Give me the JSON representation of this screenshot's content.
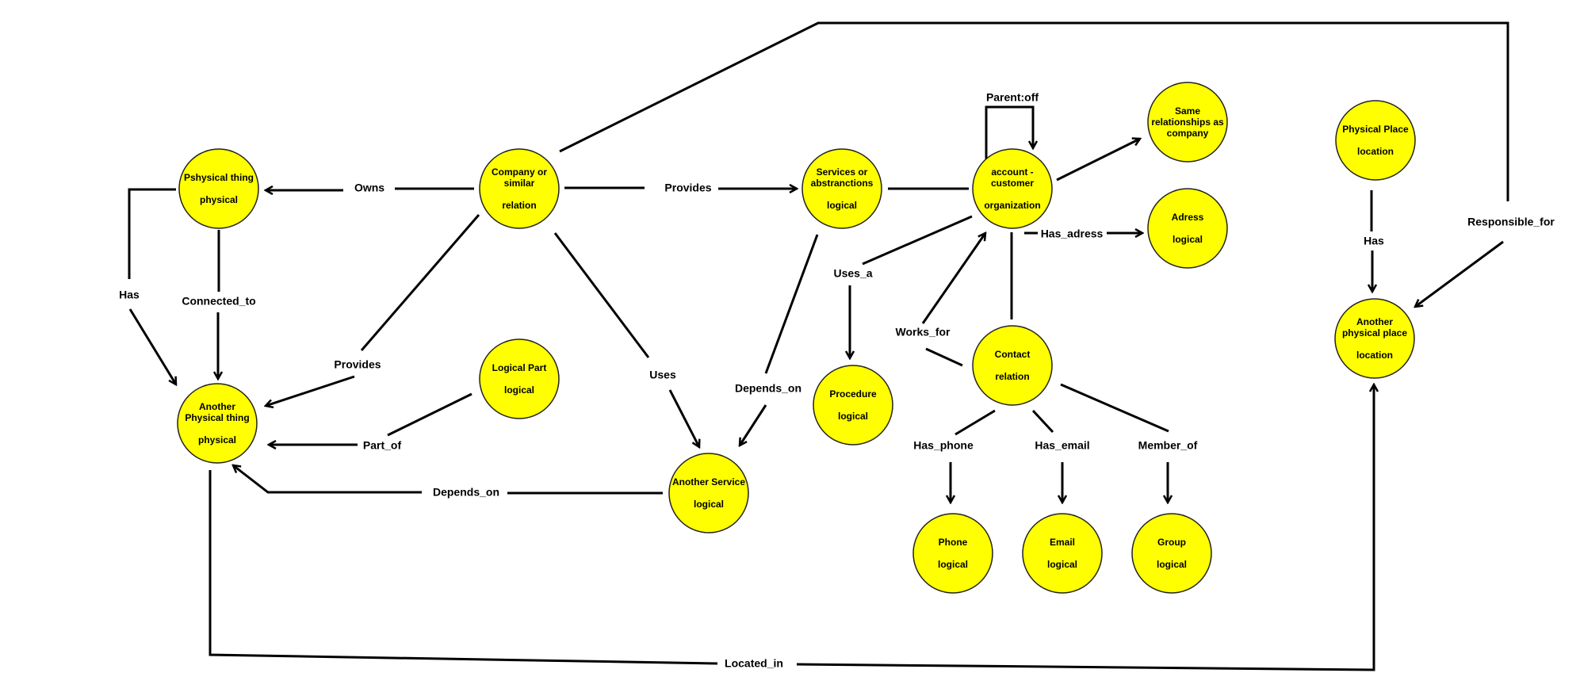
{
  "diagram": {
    "colors": {
      "node_fill": "#ffff00",
      "node_stroke": "#222222",
      "line": "#000000",
      "background": "#ffffff"
    },
    "nodes": {
      "physical_thing": {
        "line1": "Pshysical thing",
        "line2": "",
        "line3": "physical"
      },
      "company": {
        "line1": "Company or",
        "line2": "similar",
        "line3": "relation"
      },
      "services": {
        "line1": "Services or",
        "line2": "abstranctions",
        "line3": "logical"
      },
      "account": {
        "line1": "account -",
        "line2": "customer",
        "line3": "organization"
      },
      "same_relationships": {
        "line1": "Same",
        "line2": "relationships as",
        "line3": "company"
      },
      "adress": {
        "line1": "Adress",
        "line2": "",
        "line3": "logical"
      },
      "physical_place": {
        "line1": "Physical Place",
        "line2": "",
        "line3": "location"
      },
      "another_physical_thing": {
        "line1": "Another",
        "line2": "Physical thing",
        "line3": "physical"
      },
      "logical_part": {
        "line1": "Logical Part",
        "line2": "",
        "line3": "logical"
      },
      "another_service": {
        "line1": "Another Service",
        "line2": "",
        "line3": "logical"
      },
      "procedure": {
        "line1": "Procedure",
        "line2": "",
        "line3": "logical"
      },
      "contact": {
        "line1": "Contact",
        "line2": "",
        "line3": "relation"
      },
      "another_physical_place": {
        "line1": "Another",
        "line2": "physical place",
        "line3": "location"
      },
      "phone": {
        "line1": "Phone",
        "line2": "",
        "line3": "logical"
      },
      "email": {
        "line1": "Email",
        "line2": "",
        "line3": "logical"
      },
      "group": {
        "line1": "Group",
        "line2": "",
        "line3": "logical"
      }
    },
    "edges": {
      "owns": "Owns",
      "provides_services": "Provides",
      "has_left": "Has",
      "connected_to": "Connected_to",
      "provides_physical": "Provides",
      "uses": "Uses",
      "depends_on_services": "Depends_on",
      "part_of": "Part_of",
      "depends_on_bottom": "Depends_on",
      "uses_a": "Uses_a",
      "works_for": "Works_for",
      "parent_off": "Parent:off",
      "has_adress": "Has_adress",
      "has_phone": "Has_phone",
      "has_email": "Has_email",
      "member_of": "Member_of",
      "has_place": "Has",
      "responsible_for": "Responsible_for",
      "located_in": "Located_in"
    }
  }
}
